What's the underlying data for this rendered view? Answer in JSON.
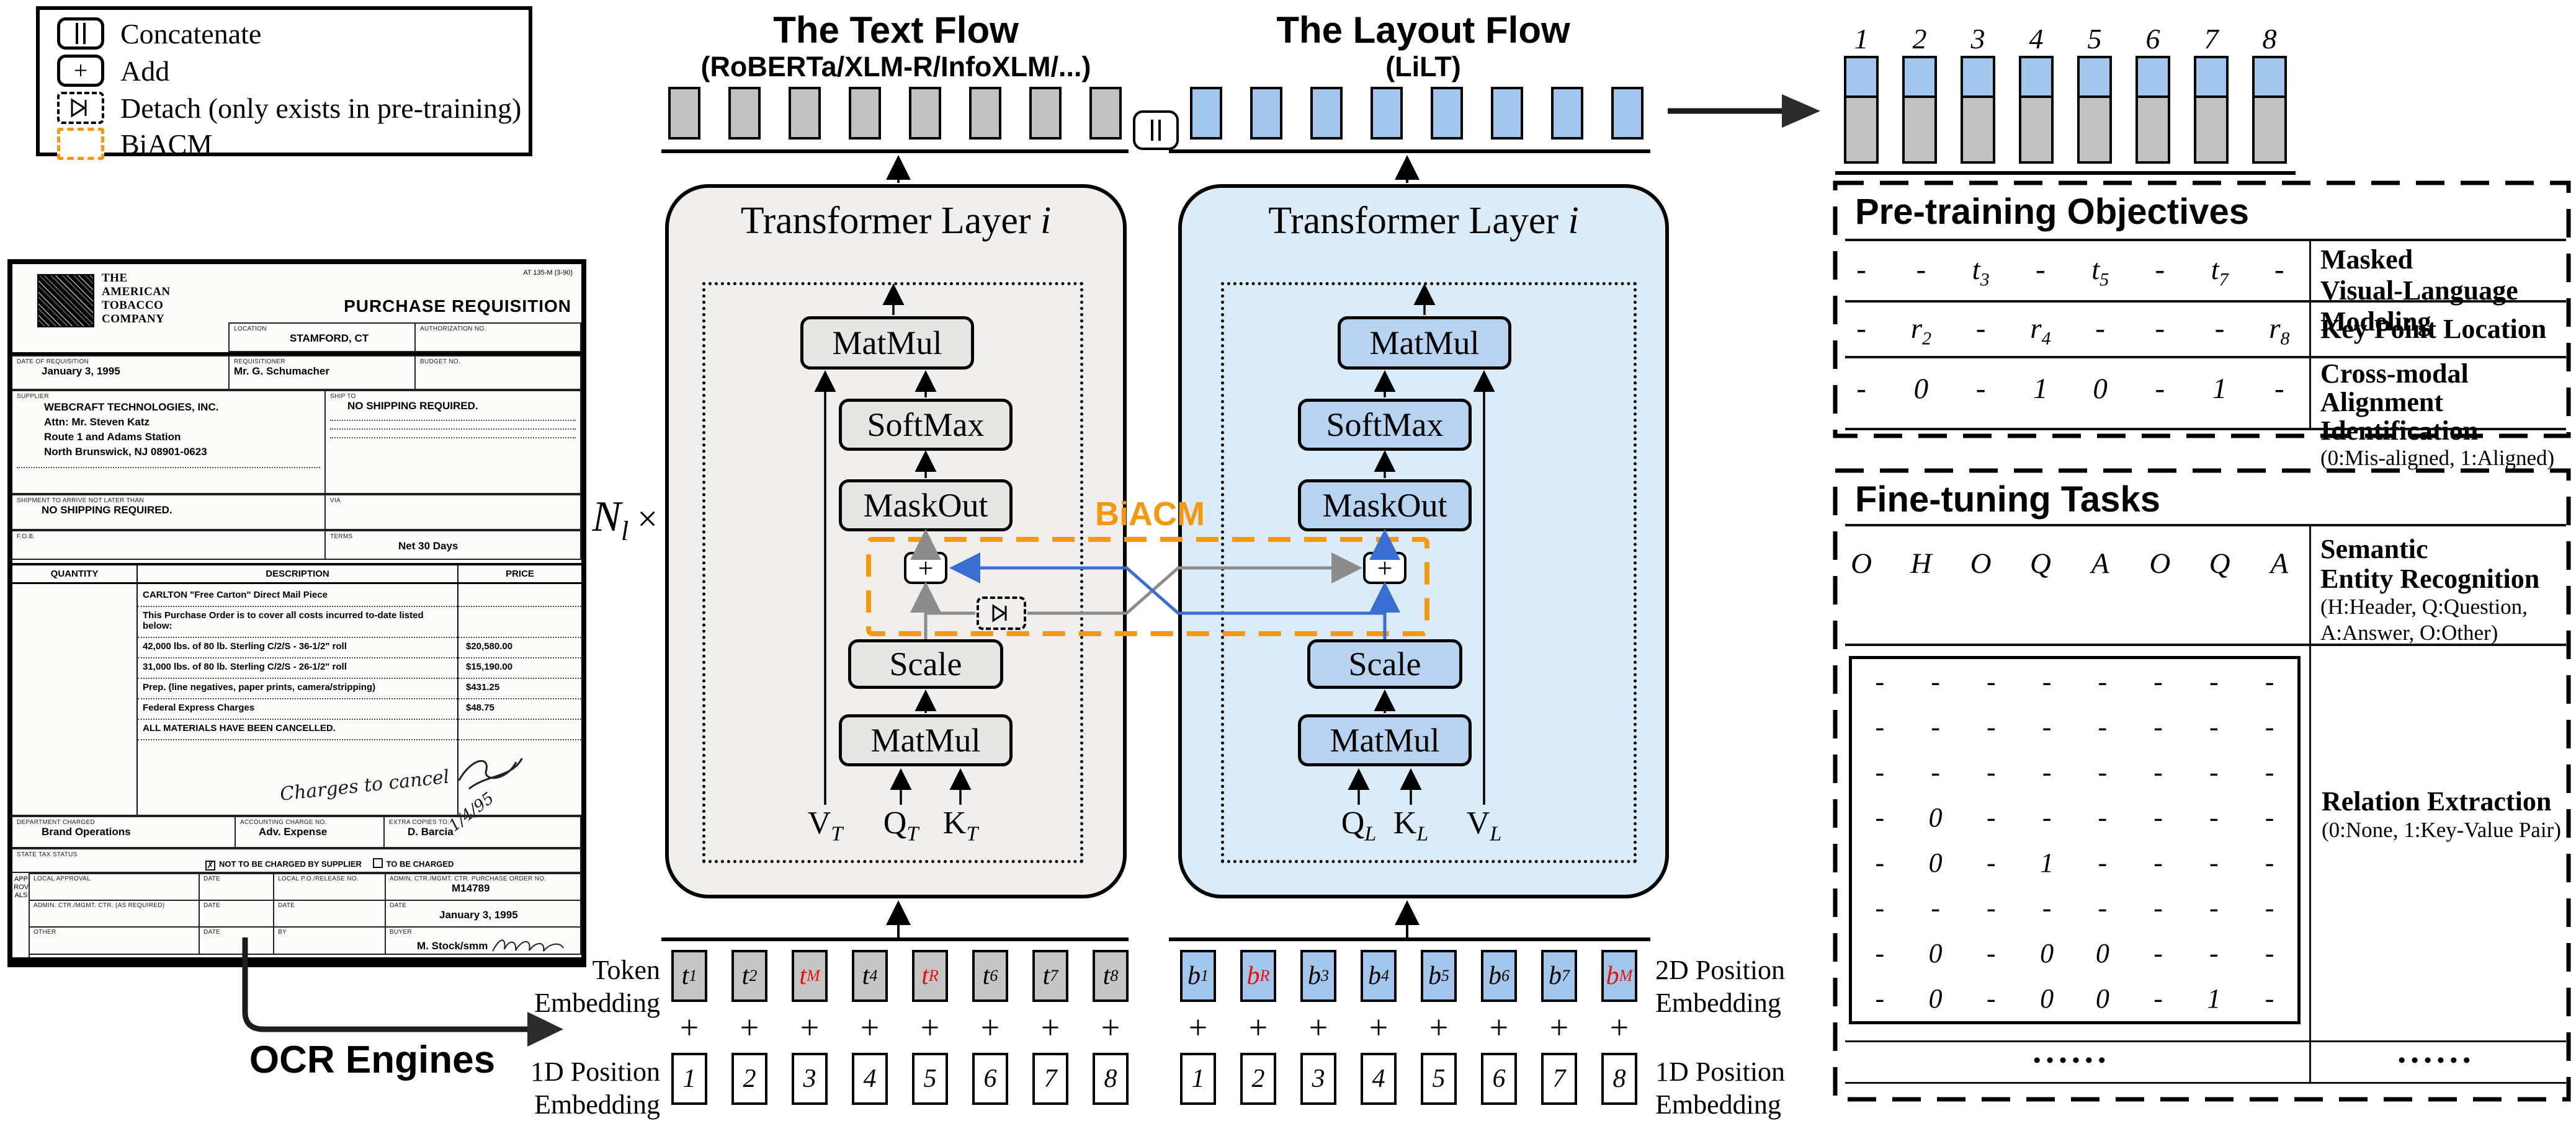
{
  "colors": {
    "orange": "#F2990D",
    "blue_line": "#3A6ED0",
    "gray_line": "#8C8C8C",
    "red": "#E8100C",
    "text_flow_bg": "#F0EFEE",
    "layout_flow_bg": "#DCEBF8",
    "layout_op_fill": "#B7D3F0",
    "text_op_fill": "#E6E6E4",
    "gray_bar": "#C2C2C2",
    "blue_bar": "#A3C6EC"
  },
  "legend": {
    "items": [
      {
        "label": "Concatenate"
      },
      {
        "label": "Add"
      },
      {
        "label": "Detach (only exists in pre-training)"
      },
      {
        "label": "BiACM"
      }
    ]
  },
  "ocr_label": "OCR Engines",
  "titles": {
    "text_flow": "The Text Flow",
    "text_flow_sub": "(RoBERTa/XLM-R/InfoXLM/...)",
    "layout_flow": "The Layout Flow",
    "layout_flow_sub": "(LiLT)"
  },
  "layer": {
    "label": "Transformer Layer ",
    "var": "i",
    "multiplier_base": "N",
    "multiplier_sub": "l",
    "multiplier_times": "×",
    "biacm": "BiACM"
  },
  "ops": {
    "matmul": "MatMul",
    "softmax": "SoftMax",
    "maskout": "MaskOut",
    "scale": "Scale",
    "plus": "+"
  },
  "qkv": {
    "text": [
      {
        "b": "V",
        "s": "T"
      },
      {
        "b": "Q",
        "s": "T"
      },
      {
        "b": "K",
        "s": "T"
      }
    ],
    "layout": [
      {
        "b": "Q",
        "s": "L"
      },
      {
        "b": "K",
        "s": "L"
      },
      {
        "b": "V",
        "s": "L"
      }
    ]
  },
  "embeddings": {
    "token_label_lines": [
      "Token",
      "Embedding"
    ],
    "pos1d_label_lines": [
      "1D Position",
      "Embedding"
    ],
    "pos2d_label_lines": [
      "2D Position",
      "Embedding"
    ],
    "plus": "+",
    "text_tokens": [
      {
        "b": "t",
        "s": "1",
        "cls": ""
      },
      {
        "b": "t",
        "s": "2",
        "cls": ""
      },
      {
        "b": "t",
        "s": "M",
        "cls": "red"
      },
      {
        "b": "t",
        "s": "4",
        "cls": ""
      },
      {
        "b": "t",
        "s": "R",
        "cls": "red"
      },
      {
        "b": "t",
        "s": "6",
        "cls": ""
      },
      {
        "b": "t",
        "s": "7",
        "cls": ""
      },
      {
        "b": "t",
        "s": "8",
        "cls": ""
      }
    ],
    "layout_tokens": [
      {
        "b": "b",
        "s": "1",
        "cls": ""
      },
      {
        "b": "b",
        "s": "R",
        "cls": "red"
      },
      {
        "b": "b",
        "s": "3",
        "cls": ""
      },
      {
        "b": "b",
        "s": "4",
        "cls": ""
      },
      {
        "b": "b",
        "s": "5",
        "cls": ""
      },
      {
        "b": "b",
        "s": "6",
        "cls": ""
      },
      {
        "b": "b",
        "s": "7",
        "cls": ""
      },
      {
        "b": "b",
        "s": "M",
        "cls": "red"
      }
    ],
    "positions": [
      "1",
      "2",
      "3",
      "4",
      "5",
      "6",
      "7",
      "8"
    ]
  },
  "output": {
    "indices": [
      "1",
      "2",
      "3",
      "4",
      "5",
      "6",
      "7",
      "8"
    ]
  },
  "pretraining": {
    "title": "Pre-training Objectives",
    "rows": [
      {
        "cells": [
          {
            "b": "-"
          },
          {
            "b": "-"
          },
          {
            "b": "t",
            "s": "3"
          },
          {
            "b": "-"
          },
          {
            "b": "t",
            "s": "5"
          },
          {
            "b": "-"
          },
          {
            "b": "t",
            "s": "7"
          },
          {
            "b": "-"
          }
        ],
        "bold_lines": [
          "Masked",
          "Visual-Language Modeling"
        ],
        "note": ""
      },
      {
        "cells": [
          {
            "b": "-"
          },
          {
            "b": "r",
            "s": "2"
          },
          {
            "b": "-"
          },
          {
            "b": "r",
            "s": "4"
          },
          {
            "b": "-"
          },
          {
            "b": "-"
          },
          {
            "b": "-"
          },
          {
            "b": "r",
            "s": "8"
          }
        ],
        "bold_lines": [
          "Key Point Location"
        ],
        "note": ""
      },
      {
        "cells": [
          {
            "b": "-"
          },
          {
            "b": "0"
          },
          {
            "b": "-"
          },
          {
            "b": "1"
          },
          {
            "b": "0"
          },
          {
            "b": "-"
          },
          {
            "b": "1"
          },
          {
            "b": "-"
          }
        ],
        "bold_lines": [
          "Cross-modal",
          "Alignment Identification"
        ],
        "note": "(0:Mis-aligned, 1:Aligned)"
      }
    ]
  },
  "finetuning": {
    "title": "Fine-tuning Tasks",
    "ser": {
      "cells": [
        "O",
        "H",
        "O",
        "Q",
        "A",
        "O",
        "Q",
        "A"
      ],
      "bold_lines": [
        "Semantic",
        "Entity Recognition"
      ],
      "note_lines": [
        "(H:Header, Q:Question,",
        "A:Answer, O:Other)"
      ]
    },
    "matrix": {
      "rows": [
        {
          "cells": [
            "-",
            "-",
            "-",
            "-",
            "-",
            "-",
            "-",
            "-"
          ]
        },
        {
          "cells": [
            "-",
            "-",
            "-",
            "-",
            "-",
            "-",
            "-",
            "-"
          ]
        },
        {
          "cells": [
            "-",
            "-",
            "-",
            "-",
            "-",
            "-",
            "-",
            "-"
          ]
        },
        {
          "cells": [
            "-",
            "0",
            "-",
            "-",
            "-",
            "-",
            "-",
            "-"
          ]
        },
        {
          "cells": [
            "-",
            "0",
            "-",
            "1",
            "-",
            "-",
            "-",
            "-"
          ]
        },
        {
          "cells": [
            "-",
            "-",
            "-",
            "-",
            "-",
            "-",
            "-",
            "-"
          ]
        },
        {
          "cells": [
            "-",
            "0",
            "-",
            "0",
            "0",
            "-",
            "-",
            "-"
          ]
        },
        {
          "cells": [
            "-",
            "0",
            "-",
            "0",
            "0",
            "-",
            "1",
            "-"
          ]
        }
      ]
    },
    "re": {
      "bold_lines": [
        "Relation Extraction"
      ],
      "note": "(0:None, 1:Key-Value Pair)"
    },
    "dots_left": "••••••",
    "dots_right": "••••••"
  },
  "document": {
    "form_no": "AT 135-M (3-90)",
    "company": [
      "THE",
      "AMERICAN",
      "TOBACCO",
      "COMPANY"
    ],
    "title": "PURCHASE REQUISITION",
    "location_label": "LOCATION",
    "location": "STAMFORD, CT",
    "auth_label": "AUTHORIZATION NO.",
    "date_label": "DATE OF REQUISITION",
    "date": "January 3, 1995",
    "req_label": "REQUISITIONER",
    "requisitioner": "Mr. G. Schumacher",
    "budget_label": "BUDGET NO.",
    "supplier_label": "SUPPLIER",
    "supplier_lines": [
      "WEBCRAFT TECHNOLOGIES, INC.",
      "Attn: Mr. Steven Katz",
      "Route 1 and Adams Station",
      "North Brunswick, NJ 08901-0623"
    ],
    "shipto_label": "SHIP TO",
    "shipto": "NO SHIPPING REQUIRED.",
    "arrive_label": "SHIPMENT TO ARRIVE NOT LATER THAN",
    "arrive": "NO SHIPPING REQUIRED.",
    "via_label": "VIA",
    "fob_label": "F.O.B.",
    "terms_label": "TERMS",
    "terms": "Net 30 Days",
    "qty_header": "QUANTITY",
    "desc_header": "DESCRIPTION",
    "price_header": "PRICE",
    "items": [
      {
        "desc": "CARLTON \"Free Carton\" Direct Mail Piece",
        "price": ""
      },
      {
        "desc": "This Purchase Order is to cover all costs incurred to-date listed below:",
        "price": ""
      },
      {
        "desc": "42,000 lbs. of 80 lb. Sterling C/2/S - 36-1/2\" roll",
        "price": "$20,580.00"
      },
      {
        "desc": "31,000 lbs. of 80 lb. Sterling C/2/S - 26-1/2\" roll",
        "price": "$15,190.00"
      },
      {
        "desc": "Prep. (line negatives, paper prints, camera/stripping)",
        "price": "$431.25"
      },
      {
        "desc": "Federal Express Charges",
        "price": "$48.75"
      },
      {
        "desc": "ALL MATERIALS HAVE BEEN CANCELLED.",
        "price": ""
      }
    ],
    "handwriting": "Charges to cancel",
    "hand_date": "1/4/95",
    "dept_label": "DEPARTMENT CHARGED",
    "dept": "Brand Operations",
    "acct_label": "ACCOUNTING CHARGE NO.",
    "acct": "Adv. Expense",
    "copies_label": "EXTRA COPIES TO:",
    "copies": "D. Barcia",
    "tax_label": "STATE TAX STATUS",
    "tax_opt1": "NOT TO BE CHARGED BY SUPPLIER",
    "tax_opt2": "TO BE CHARGED",
    "approvals_side": "APPROVALS",
    "local_label": "LOCAL APPROVAL",
    "date_small": "DATE",
    "po_label": "LOCAL P.O./RELEASE NO.",
    "admin_po_label": "ADMIN. CTR./MGMT. CTR. PURCHASE ORDER NO.",
    "po_no": "M14789",
    "admin_label": "ADMIN. CTR./MGMT. CTR. (AS REQUIRED)",
    "date2": "January 3, 1995",
    "other_label": "OTHER",
    "by_label": "BY",
    "buyer_label": "BUYER",
    "buyer": "M. Stock/smm"
  }
}
